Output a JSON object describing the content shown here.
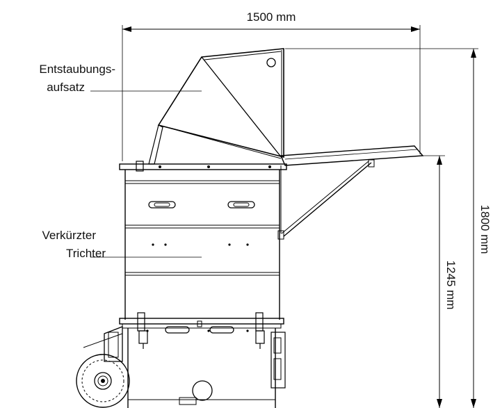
{
  "dimensions": {
    "width_top": "1500 mm",
    "height_total": "1800 mm",
    "height_hopper": "1245 mm"
  },
  "callouts": {
    "dust_attachment_line1": "Entstaubungs-",
    "dust_attachment_line2": "aufsatz",
    "short_hopper_line1": "Verkürzter",
    "short_hopper_line2": "Trichter"
  }
}
